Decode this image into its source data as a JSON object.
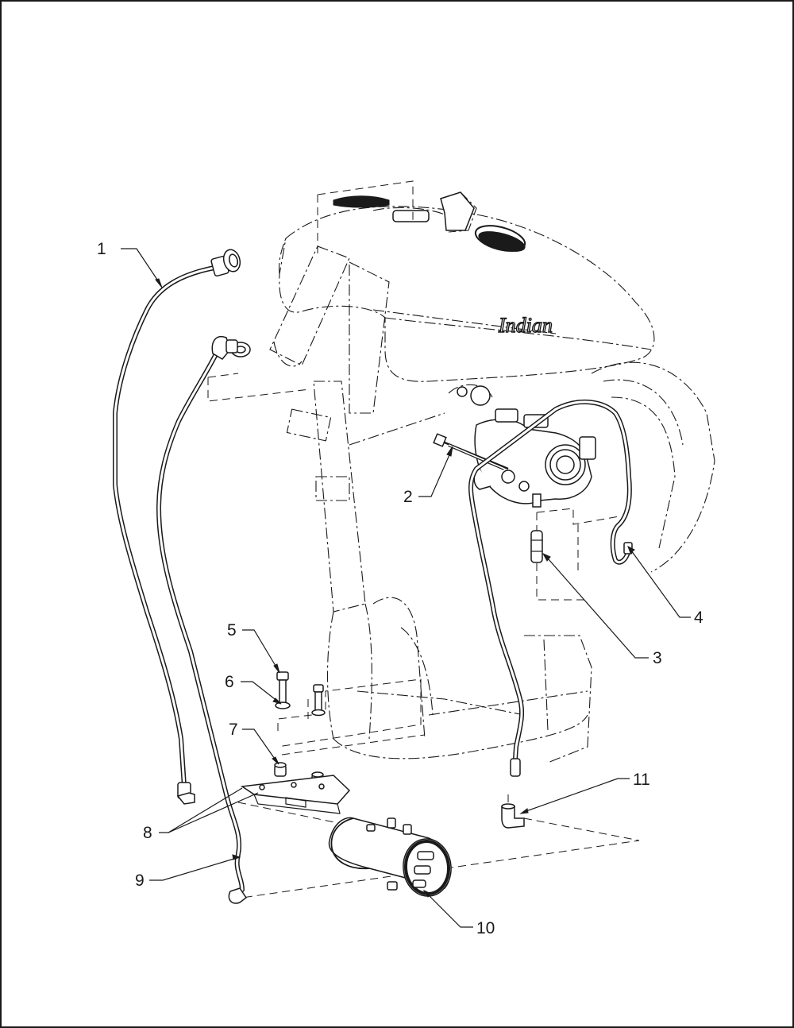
{
  "diagram": {
    "logo_text": "Indian",
    "callouts": [
      {
        "id": "c1",
        "label": "1"
      },
      {
        "id": "c2",
        "label": "2"
      },
      {
        "id": "c3",
        "label": "3"
      },
      {
        "id": "c4",
        "label": "4"
      },
      {
        "id": "c5",
        "label": "5"
      },
      {
        "id": "c6",
        "label": "6"
      },
      {
        "id": "c7",
        "label": "7"
      },
      {
        "id": "c8",
        "label": "8"
      },
      {
        "id": "c9",
        "label": "9"
      },
      {
        "id": "c10",
        "label": "10"
      },
      {
        "id": "c11",
        "label": "11"
      }
    ]
  }
}
